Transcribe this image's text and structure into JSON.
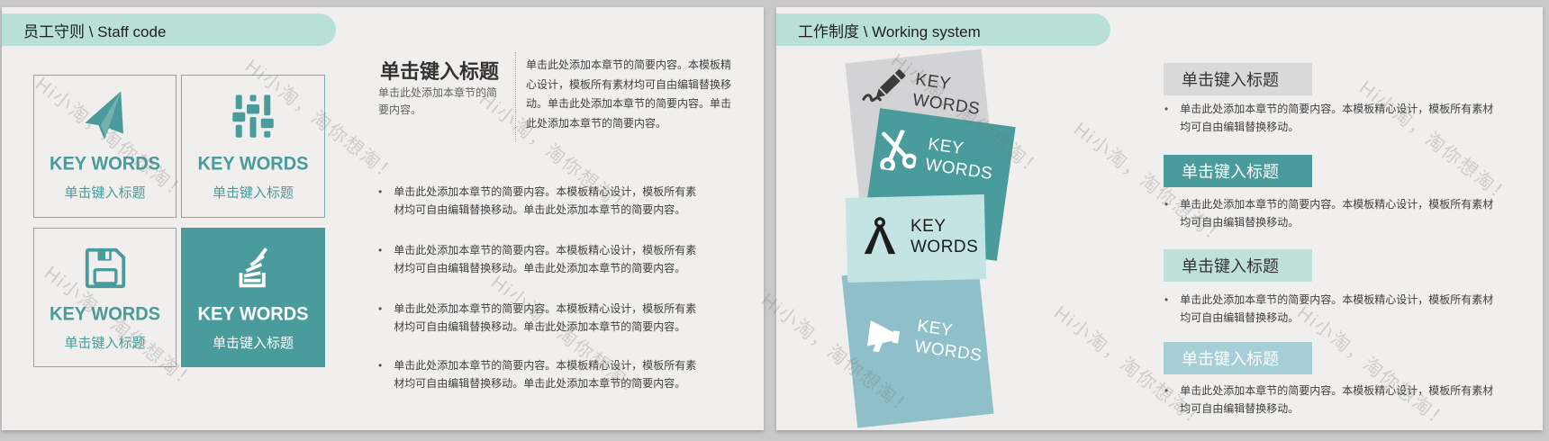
{
  "watermark": {
    "text": "Hi小淘，淘你想淘！"
  },
  "colors": {
    "accent_teal": "#4a9b9b",
    "header_pill": "#b9dfda",
    "mint_card": "#c3e4e2",
    "steel_card": "#8fc0ca",
    "gray_card": "#d3d3d5",
    "slide_bg": "#f0efed",
    "page_bg": "#c9c9c9"
  },
  "left_slide": {
    "header": "员工守则 \\ Staff code",
    "boxes": [
      {
        "icon": "paper-plane-icon",
        "keyword": "KEY WORDS",
        "title": "单击键入标题"
      },
      {
        "icon": "sliders-icon",
        "keyword": "KEY WORDS",
        "title": "单击键入标题"
      },
      {
        "icon": "floppy-disk-icon",
        "keyword": "KEY WORDS",
        "title": "单击键入标题"
      },
      {
        "icon": "stack-icon",
        "keyword": "KEY WORDS",
        "title": "单击键入标题"
      }
    ],
    "intro": {
      "title": "单击键入标题",
      "subtitle": "单击此处添加本章节的简要内容。",
      "paragraph": "单击此处添加本章节的简要内容。本模板精心设计，模板所有素材均可自由编辑替换移动。单击此处添加本章节的简要内容。单击此处添加本章节的简要内容。"
    },
    "bullets": [
      "单击此处添加本章节的简要内容。本模板精心设计，模板所有素材均可自由编辑替换移动。单击此处添加本章节的简要内容。",
      "单击此处添加本章节的简要内容。本模板精心设计，模板所有素材均可自由编辑替换移动。单击此处添加本章节的简要内容。",
      "单击此处添加本章节的简要内容。本模板精心设计，模板所有素材均可自由编辑替换移动。单击此处添加本章节的简要内容。",
      "单击此处添加本章节的简要内容。本模板精心设计，模板所有素材均可自由编辑替换移动。单击此处添加本章节的简要内容。"
    ]
  },
  "right_slide": {
    "header": "工作制度 \\ Working system",
    "cards": [
      {
        "icon": "pencil-icon",
        "line1": "KEY",
        "line2": "WORDS"
      },
      {
        "icon": "scissors-icon",
        "line1": "KEY",
        "line2": "WORDS"
      },
      {
        "icon": "compass-icon",
        "line1": "KEY",
        "line2": "WORDS"
      },
      {
        "icon": "megaphone-icon",
        "line1": "KEY",
        "line2": "WORDS"
      }
    ],
    "sections": [
      {
        "title": "单击键入标题",
        "bullet": "单击此处添加本章节的简要内容。本模板精心设计，模板所有素材均可自由编辑替换移动。"
      },
      {
        "title": "单击键入标题",
        "bullet": "单击此处添加本章节的简要内容。本模板精心设计，模板所有素材均可自由编辑替换移动。"
      },
      {
        "title": "单击键入标题",
        "bullet": "单击此处添加本章节的简要内容。本模板精心设计，模板所有素材均可自由编辑替换移动。"
      },
      {
        "title": "单击键入标题",
        "bullet": "单击此处添加本章节的简要内容。本模板精心设计，模板所有素材均可自由编辑替换移动。"
      }
    ]
  }
}
